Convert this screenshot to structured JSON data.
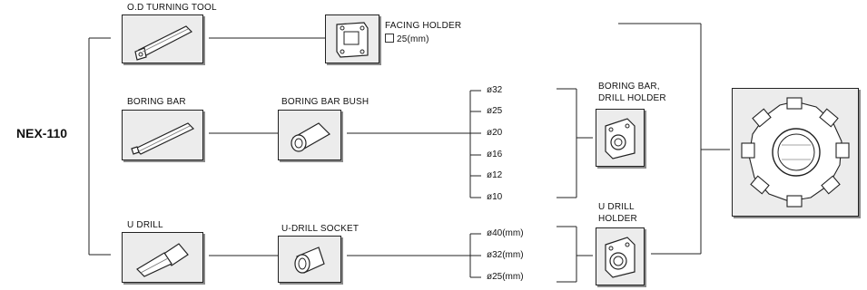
{
  "root": {
    "label": "NEX-110"
  },
  "tools": {
    "od_turning_tool": {
      "label": "O.D TURNING TOOL",
      "icon": "od-turning-tool-icon"
    },
    "boring_bar": {
      "label": "BORING BAR",
      "icon": "boring-bar-icon"
    },
    "u_drill": {
      "label": "U DRILL",
      "icon": "u-drill-icon"
    }
  },
  "holders": {
    "facing_holder": {
      "label": "FACING HOLDER",
      "size": "25(mm)",
      "icon": "facing-holder-icon"
    },
    "boring_bar_bush": {
      "label": "BORING BAR BUSH",
      "icon": "boring-bar-bush-icon"
    },
    "u_drill_socket": {
      "label": "U-DRILL SOCKET",
      "icon": "u-drill-socket-icon"
    }
  },
  "boring_diameters": [
    "ø32",
    "ø25",
    "ø20",
    "ø16",
    "ø12",
    "ø10"
  ],
  "drill_diameters": [
    "ø40(mm)",
    "ø32(mm)",
    "ø25(mm)"
  ],
  "mount_holders": {
    "boring_drill_holder": {
      "label_line1": "BORING BAR,",
      "label_line2": "DRILL HOLDER",
      "icon": "boring-drill-holder-icon"
    },
    "u_drill_holder": {
      "label_line1": "U DRILL",
      "label_line2": "HOLDER",
      "icon": "u-drill-holder-icon"
    }
  },
  "turret": {
    "icon": "turret-icon"
  }
}
